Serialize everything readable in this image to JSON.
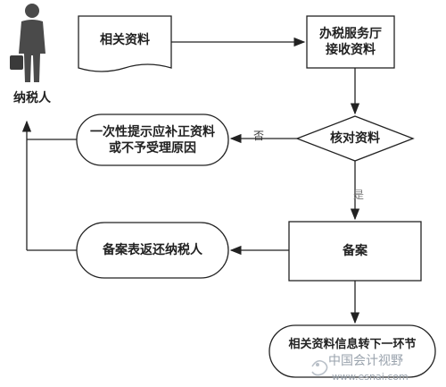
{
  "actor": {
    "label": "纳税人"
  },
  "nodes": {
    "related_docs": "相关资料",
    "hall_line1": "办税服务厅",
    "hall_line2": "接收资料",
    "check": "核对资料",
    "notify_line1": "一次性提示应补正资料",
    "notify_line2": "或不予受理原因",
    "record": "备案",
    "return_form": "备案表返还纳税人",
    "forward": "相关资料信息转下一环节"
  },
  "edges": {
    "no": "否",
    "yes": "是"
  },
  "watermark": {
    "name": "中国会计视野",
    "url": "www.esnai.com"
  }
}
